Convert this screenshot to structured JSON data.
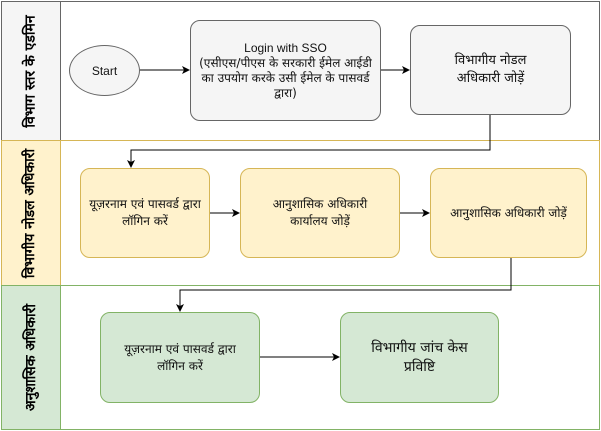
{
  "lanes": [
    {
      "title": "विभाग स्तर के एडमिन",
      "color": "#f5f5f5"
    },
    {
      "title": "विभागीय नोडल अधिकारी",
      "color": "#fff2cc"
    },
    {
      "title": "अनुशासिक अधिकारी",
      "color": "#d5e8d4"
    }
  ],
  "nodes": {
    "start": "Start",
    "login_sso_title": "Login with SSO",
    "login_sso_desc": "(एसीएस/पीएस के सरकारी ईमेल आईडी का उपयोग करके उसी ईमेल के पासवर्ड द्वारा)",
    "add_nodal": "विभागीय नोडल अधिकारी जोड़ें",
    "nodal_login": "यूज़रनाम एवं पासवर्ड द्वारा लॉगिन करें",
    "add_office": "आनुशासिक अधिकारी कार्यालय जोड़ें",
    "add_officer": "आनुशासिक अधिकारी  जोड़ें",
    "officer_login": "यूज़रनाम एवं पासवर्ड द्वारा लॉगिन करें",
    "case_entry": "विभागीय जांच केस प्रविष्टि"
  },
  "colors": {
    "grey_fill": "#f5f5f5",
    "grey_stroke": "#666666",
    "yellow_fill": "#fff2cc",
    "yellow_stroke": "#d6b656",
    "green_fill": "#d5e8d4",
    "green_stroke": "#82b366"
  }
}
